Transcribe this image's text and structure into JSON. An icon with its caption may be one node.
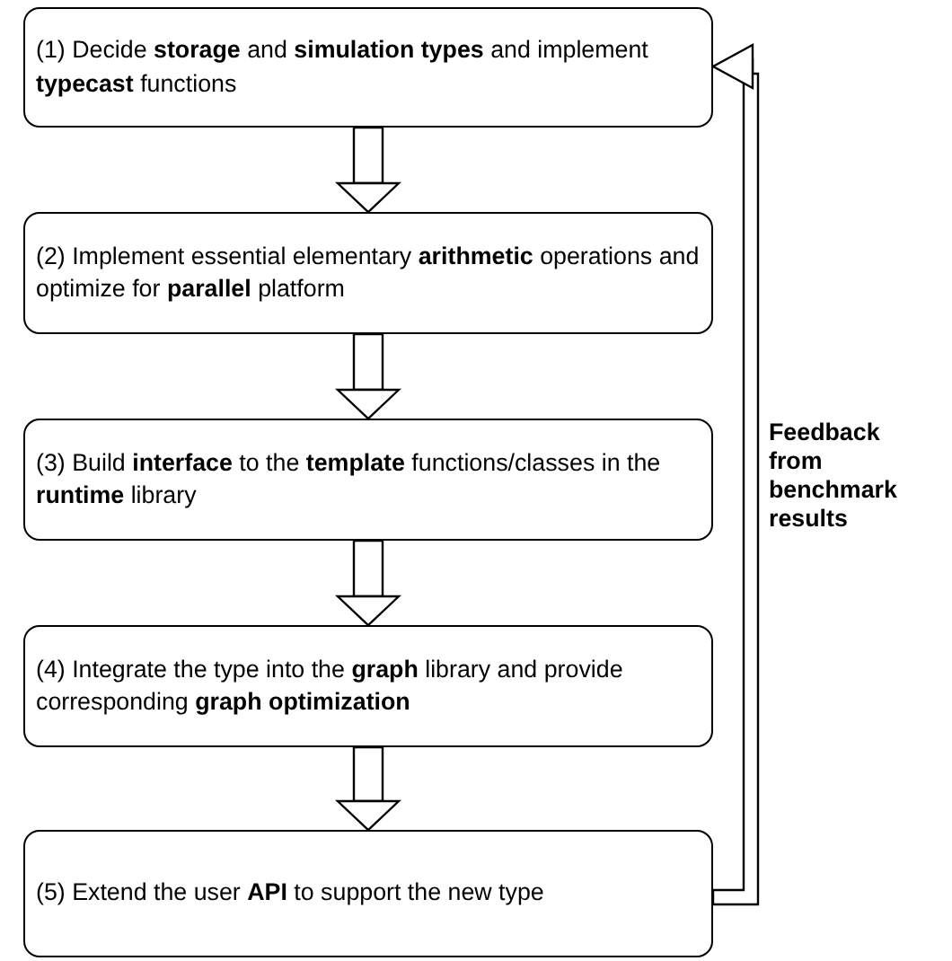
{
  "diagram": {
    "nodes": [
      {
        "text": [
          "(1) Decide **storage** and **simulation types** and implement **typecast** functions"
        ]
      },
      {
        "text": [
          "(2) Implement essential elementary **arithmetic** operations and optimize for **parallel** platform"
        ]
      },
      {
        "text": [
          "(3) Build **interface** to the **template** functions/classes in the **runtime** library"
        ]
      },
      {
        "text": [
          "(4) Integrate the type into the **graph** library and provide corresponding **graph optimization**"
        ]
      },
      {
        "text": [
          "(5) Extend the user **API** to support the new type"
        ]
      }
    ],
    "edges": [
      {
        "from": 0,
        "to": 1,
        "arrow": "to"
      },
      {
        "from": 1,
        "to": 2,
        "arrow": "to"
      },
      {
        "from": 2,
        "to": 3,
        "arrow": "to"
      },
      {
        "from": 3,
        "to": 4,
        "arrow": "to"
      },
      {
        "from": 4,
        "to": 0,
        "arrow": "to",
        "label": "Feedback from benchmark results"
      }
    ]
  }
}
